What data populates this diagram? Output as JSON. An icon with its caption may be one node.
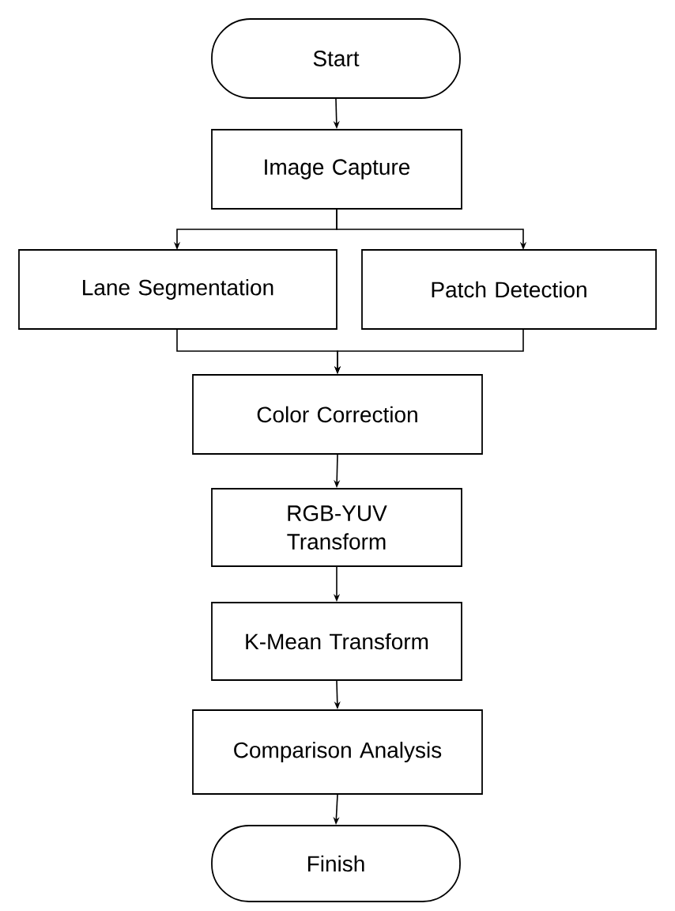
{
  "diagram": {
    "nodes": [
      {
        "text": [
          "Start"
        ]
      },
      {
        "text": [
          "Image Capture"
        ]
      },
      {
        "text": [
          "Lane Segmentation"
        ]
      },
      {
        "text": [
          "Patch Detection"
        ]
      },
      {
        "text": [
          "Color Correction"
        ]
      },
      {
        "text": [
          "RGB-YUV Transform"
        ]
      },
      {
        "text": [
          "K-Mean Transform"
        ]
      },
      {
        "text": [
          "Comparison Analysis"
        ]
      },
      {
        "text": [
          "Finish"
        ]
      }
    ],
    "edges": [
      {
        "from": 0,
        "to": 1,
        "arrow": "to"
      },
      {
        "from": 1,
        "to": 2,
        "arrow": "to"
      },
      {
        "from": 1,
        "to": 3,
        "arrow": "to"
      },
      {
        "from": 2,
        "to": 4,
        "arrow": "to"
      },
      {
        "from": 3,
        "to": 4,
        "arrow": "to"
      },
      {
        "from": 4,
        "to": 5,
        "arrow": "to"
      },
      {
        "from": 5,
        "to": 6,
        "arrow": "to"
      },
      {
        "from": 6,
        "to": 7,
        "arrow": "to"
      },
      {
        "from": 7,
        "to": 8,
        "arrow": "to"
      }
    ]
  }
}
